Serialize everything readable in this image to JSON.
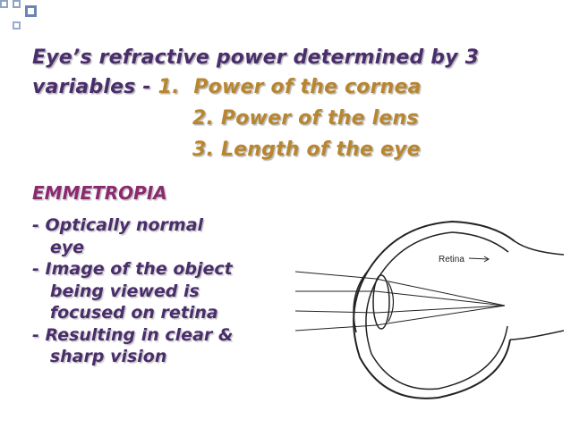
{
  "title": {
    "line1": "Eye’s refractive power determined by 3",
    "line2_prefix": "variables - ",
    "line2_item": "1.  Power of the cornea",
    "line3_item": "2. Power of the lens",
    "line4_item": "3. Length of the eye"
  },
  "section": {
    "heading": "EMMETROPIA",
    "bullets": [
      "- Optically normal\n   eye",
      "- Image of the object\n   being viewed is\n   focused on retina",
      "- Resulting in clear &\n   sharp vision"
    ]
  },
  "diagram": {
    "retina_label": "Retina"
  },
  "colors": {
    "text_primary": "#4a2e6c",
    "text_accent": "#b8862f",
    "heading": "#8a2a6f",
    "deco_squares": "#5e7aa8"
  }
}
